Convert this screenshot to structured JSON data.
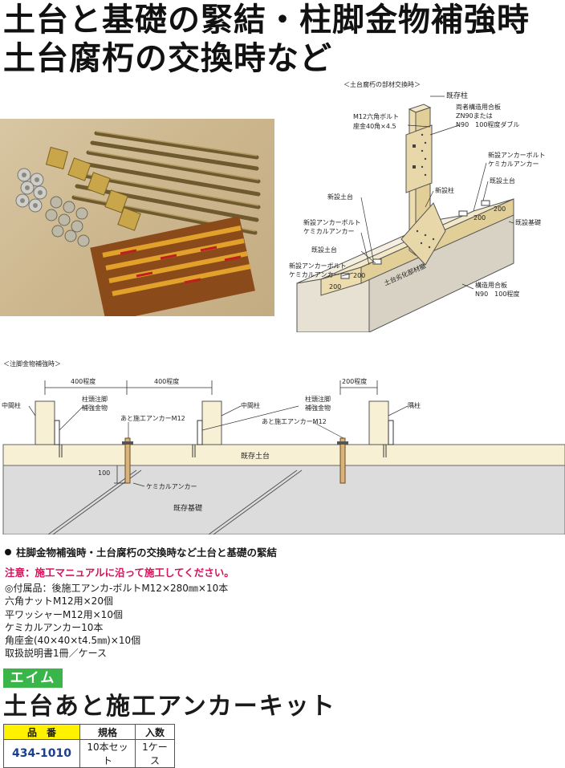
{
  "headline": {
    "line1": "土台と基礎の緊結・柱脚金物補強時",
    "line2": "土台腐朽の交換時など"
  },
  "diagram_replace": {
    "caption": "＜土台腐朽の部材交換時＞",
    "labels": {
      "existing_column": "既存柱",
      "bolt": "M12六角ボルト",
      "washer": "座金40角×4.5",
      "plate1": "両者構造用合板",
      "plate2": "ZN90または",
      "plate3": "N90　100程度ダブル",
      "new_anchor_r1": "新設アンカーボルト",
      "new_anchor_r2": "ケミカルアンカー",
      "existing_sill_r": "既設土台",
      "new_column": "新設柱",
      "new_sill": "新設土台",
      "new_anchor_l1a": "新設アンカーボルト",
      "new_anchor_l1b": "ケミカルアンカー",
      "existing_sill_l": "既設土台",
      "new_anchor_l2a": "新設アンカーボルト",
      "new_anchor_l2b": "ケミカルアンカー",
      "existing_foundation": "既設基礎",
      "struct_plate1": "構造用合板",
      "struct_plate2": "N90　100程度",
      "decayed": "土台劣化部材撤",
      "dim200": "200"
    }
  },
  "diagram_reinforce": {
    "caption": "＜注脚金物補強時＞",
    "dim1": "400程度",
    "dim2": "400程度",
    "dim3": "200程度",
    "middle_column_l": "中間柱",
    "hardware_l1": "柱頭注脚",
    "hardware_l2": "補強金物",
    "anchor_l": "あと施工アンカーM12",
    "middle_column_r": "中間柱",
    "hardware_r1": "柱頭注脚",
    "hardware_r2": "補強金物",
    "anchor_r": "あと施工アンカーM12",
    "corner_column": "隅柱",
    "existing_sill": "既存土台",
    "depth": "100",
    "chemical_anchor": "ケミカルアンカー",
    "existing_foundation": "既存基礎"
  },
  "bullet": "柱脚金物補強時・土台腐朽の交換時など土台と基礎の緊結",
  "caution": "注意：施工マニュアルに沿って施工してください。",
  "accessories": [
    "◎付属品：後施工アンカ-ボルトM12×280㎜×10本",
    "六角ナットM12用×20個",
    "平ワッシャーM12用×10個",
    "ケミカルアンカー10本",
    "角座金(40×40×t4.5㎜)×10個",
    "取扱説明書1冊／ケース"
  ],
  "brand": "エイム",
  "product_name": "土台あと施工アンカーキット",
  "spec_table": {
    "headers": [
      "品　番",
      "規格",
      "入数"
    ],
    "rows": [
      [
        "434-1010",
        "10本セット",
        "1ケース"
      ]
    ]
  },
  "colors": {
    "brand_green": "#39b54a",
    "caution_red": "#d4145a",
    "code_blue": "#1b3f8f",
    "header_yellow": "#fff200"
  }
}
